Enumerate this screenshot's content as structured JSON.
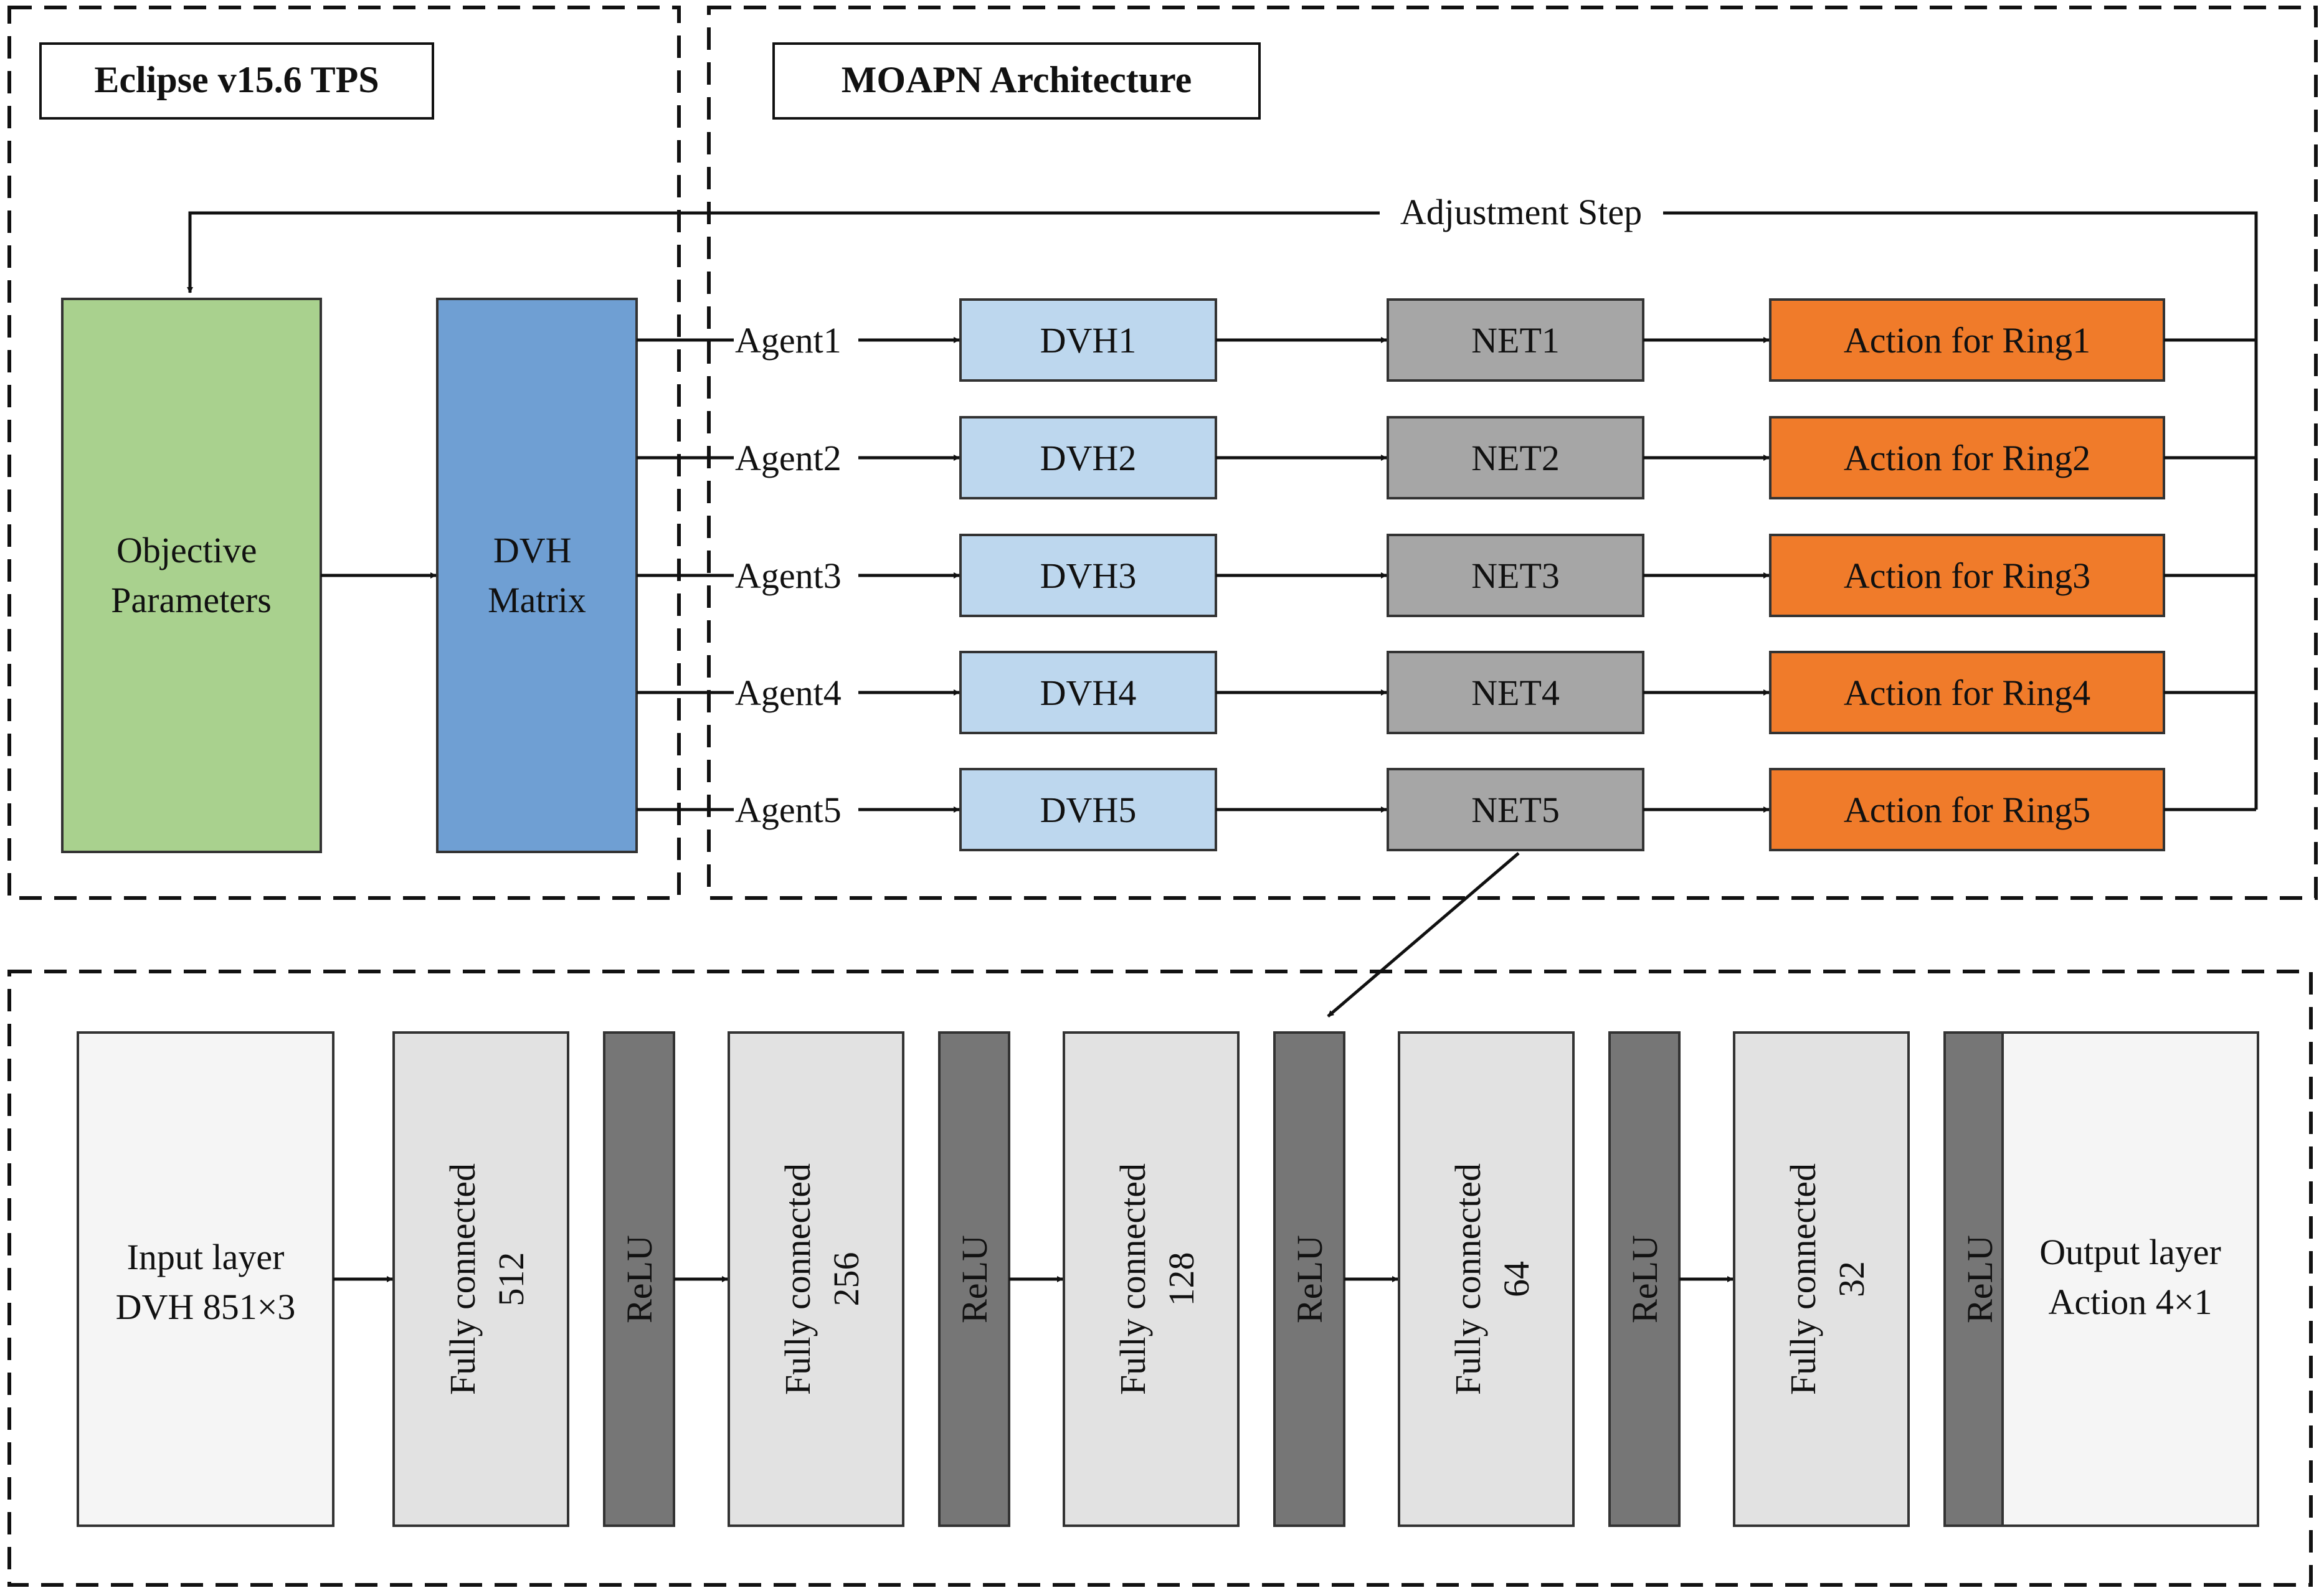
{
  "panels": {
    "tps_title": "Eclipse v15.6 TPS",
    "moapn_title": "MOAPN Architecture"
  },
  "feedback_label": "Adjustment Step",
  "tps_blocks": {
    "objective_parameters": [
      "Objective",
      "Parameters"
    ],
    "dvh_matrix": [
      "DVH",
      "Matrix"
    ]
  },
  "agents": [
    {
      "agent": "Agent1",
      "dvh": "DVH1",
      "net": "NET1",
      "action": "Action for Ring1"
    },
    {
      "agent": "Agent2",
      "dvh": "DVH2",
      "net": "NET2",
      "action": "Action for Ring2"
    },
    {
      "agent": "Agent3",
      "dvh": "DVH3",
      "net": "NET3",
      "action": "Action for Ring3"
    },
    {
      "agent": "Agent4",
      "dvh": "DVH4",
      "net": "NET4",
      "action": "Action for Ring4"
    },
    {
      "agent": "Agent5",
      "dvh": "DVH5",
      "net": "NET5",
      "action": "Action for Ring5"
    }
  ],
  "network": {
    "input": [
      "Input layer",
      "DVH 851×3"
    ],
    "output": [
      "Output layer",
      "Action 4×1"
    ],
    "fc_label": "Fully connected",
    "fc_sizes": [
      "512",
      "256",
      "128",
      "64",
      "32"
    ],
    "activation": "ReLU"
  },
  "colors": {
    "objective_fill": "#a9d18e",
    "dvh_matrix_fill": "#6f9fd3",
    "dvh_fill": "#bdd7ee",
    "net_fill": "#a6a6a6",
    "action_fill": "#f07b2a",
    "input_fill": "#f5f5f5",
    "fc_fill": "#e2e2e2",
    "relu_fill": "#767676"
  }
}
